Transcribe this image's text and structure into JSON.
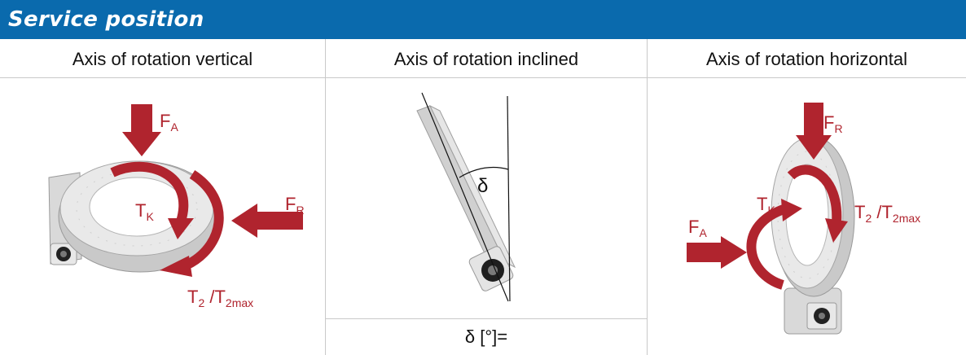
{
  "header": {
    "title": "Service position"
  },
  "columns": [
    {
      "heading": "Axis of rotation vertical"
    },
    {
      "heading": "Axis of rotation inclined"
    },
    {
      "heading": "Axis of rotation horizontal"
    }
  ],
  "vertical": {
    "fa": {
      "main": "F",
      "sub": "A"
    },
    "fr": {
      "main": "F",
      "sub": "R"
    },
    "tk": {
      "main": "T",
      "sub": "K"
    },
    "t2": {
      "main1": "T",
      "sub1": "2",
      "sep": " /T",
      "sub2": "2max"
    }
  },
  "inclined": {
    "angle_symbol": "δ",
    "angle_field_label": "δ [°]="
  },
  "horizontal": {
    "fr": {
      "main": "F",
      "sub": "R"
    },
    "fa": {
      "main": "F",
      "sub": "A"
    },
    "tk": {
      "main": "T",
      "sub": "K"
    },
    "t2": {
      "main1": "T",
      "sub1": "2",
      "sep": " /T",
      "sub2": "2max"
    }
  },
  "colors": {
    "header_bg": "#0a6aad",
    "force_arrow": "#b0242e",
    "grid_line": "#c9c9c9"
  }
}
